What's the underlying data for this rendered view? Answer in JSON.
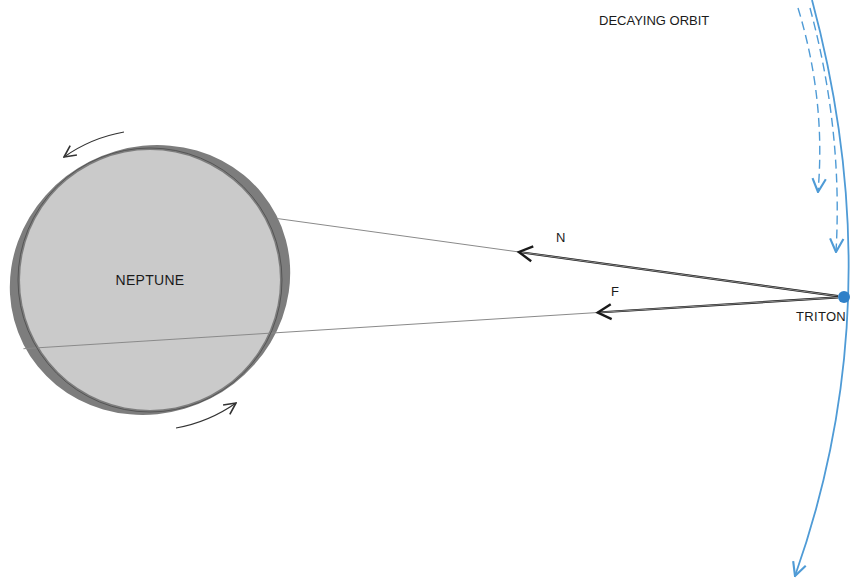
{
  "diagram": {
    "nodes": [
      {
        "text": [
          "NEPTUNE"
        ]
      },
      {
        "text": [
          "TRITON"
        ]
      }
    ],
    "edges": [
      {
        "from": 1,
        "to": 0,
        "arrow": "to",
        "label": "N"
      },
      {
        "from": 1,
        "to": 0,
        "arrow": "to",
        "label": "F"
      }
    ],
    "labels": [
      "DECAYING ORBIT"
    ]
  }
}
